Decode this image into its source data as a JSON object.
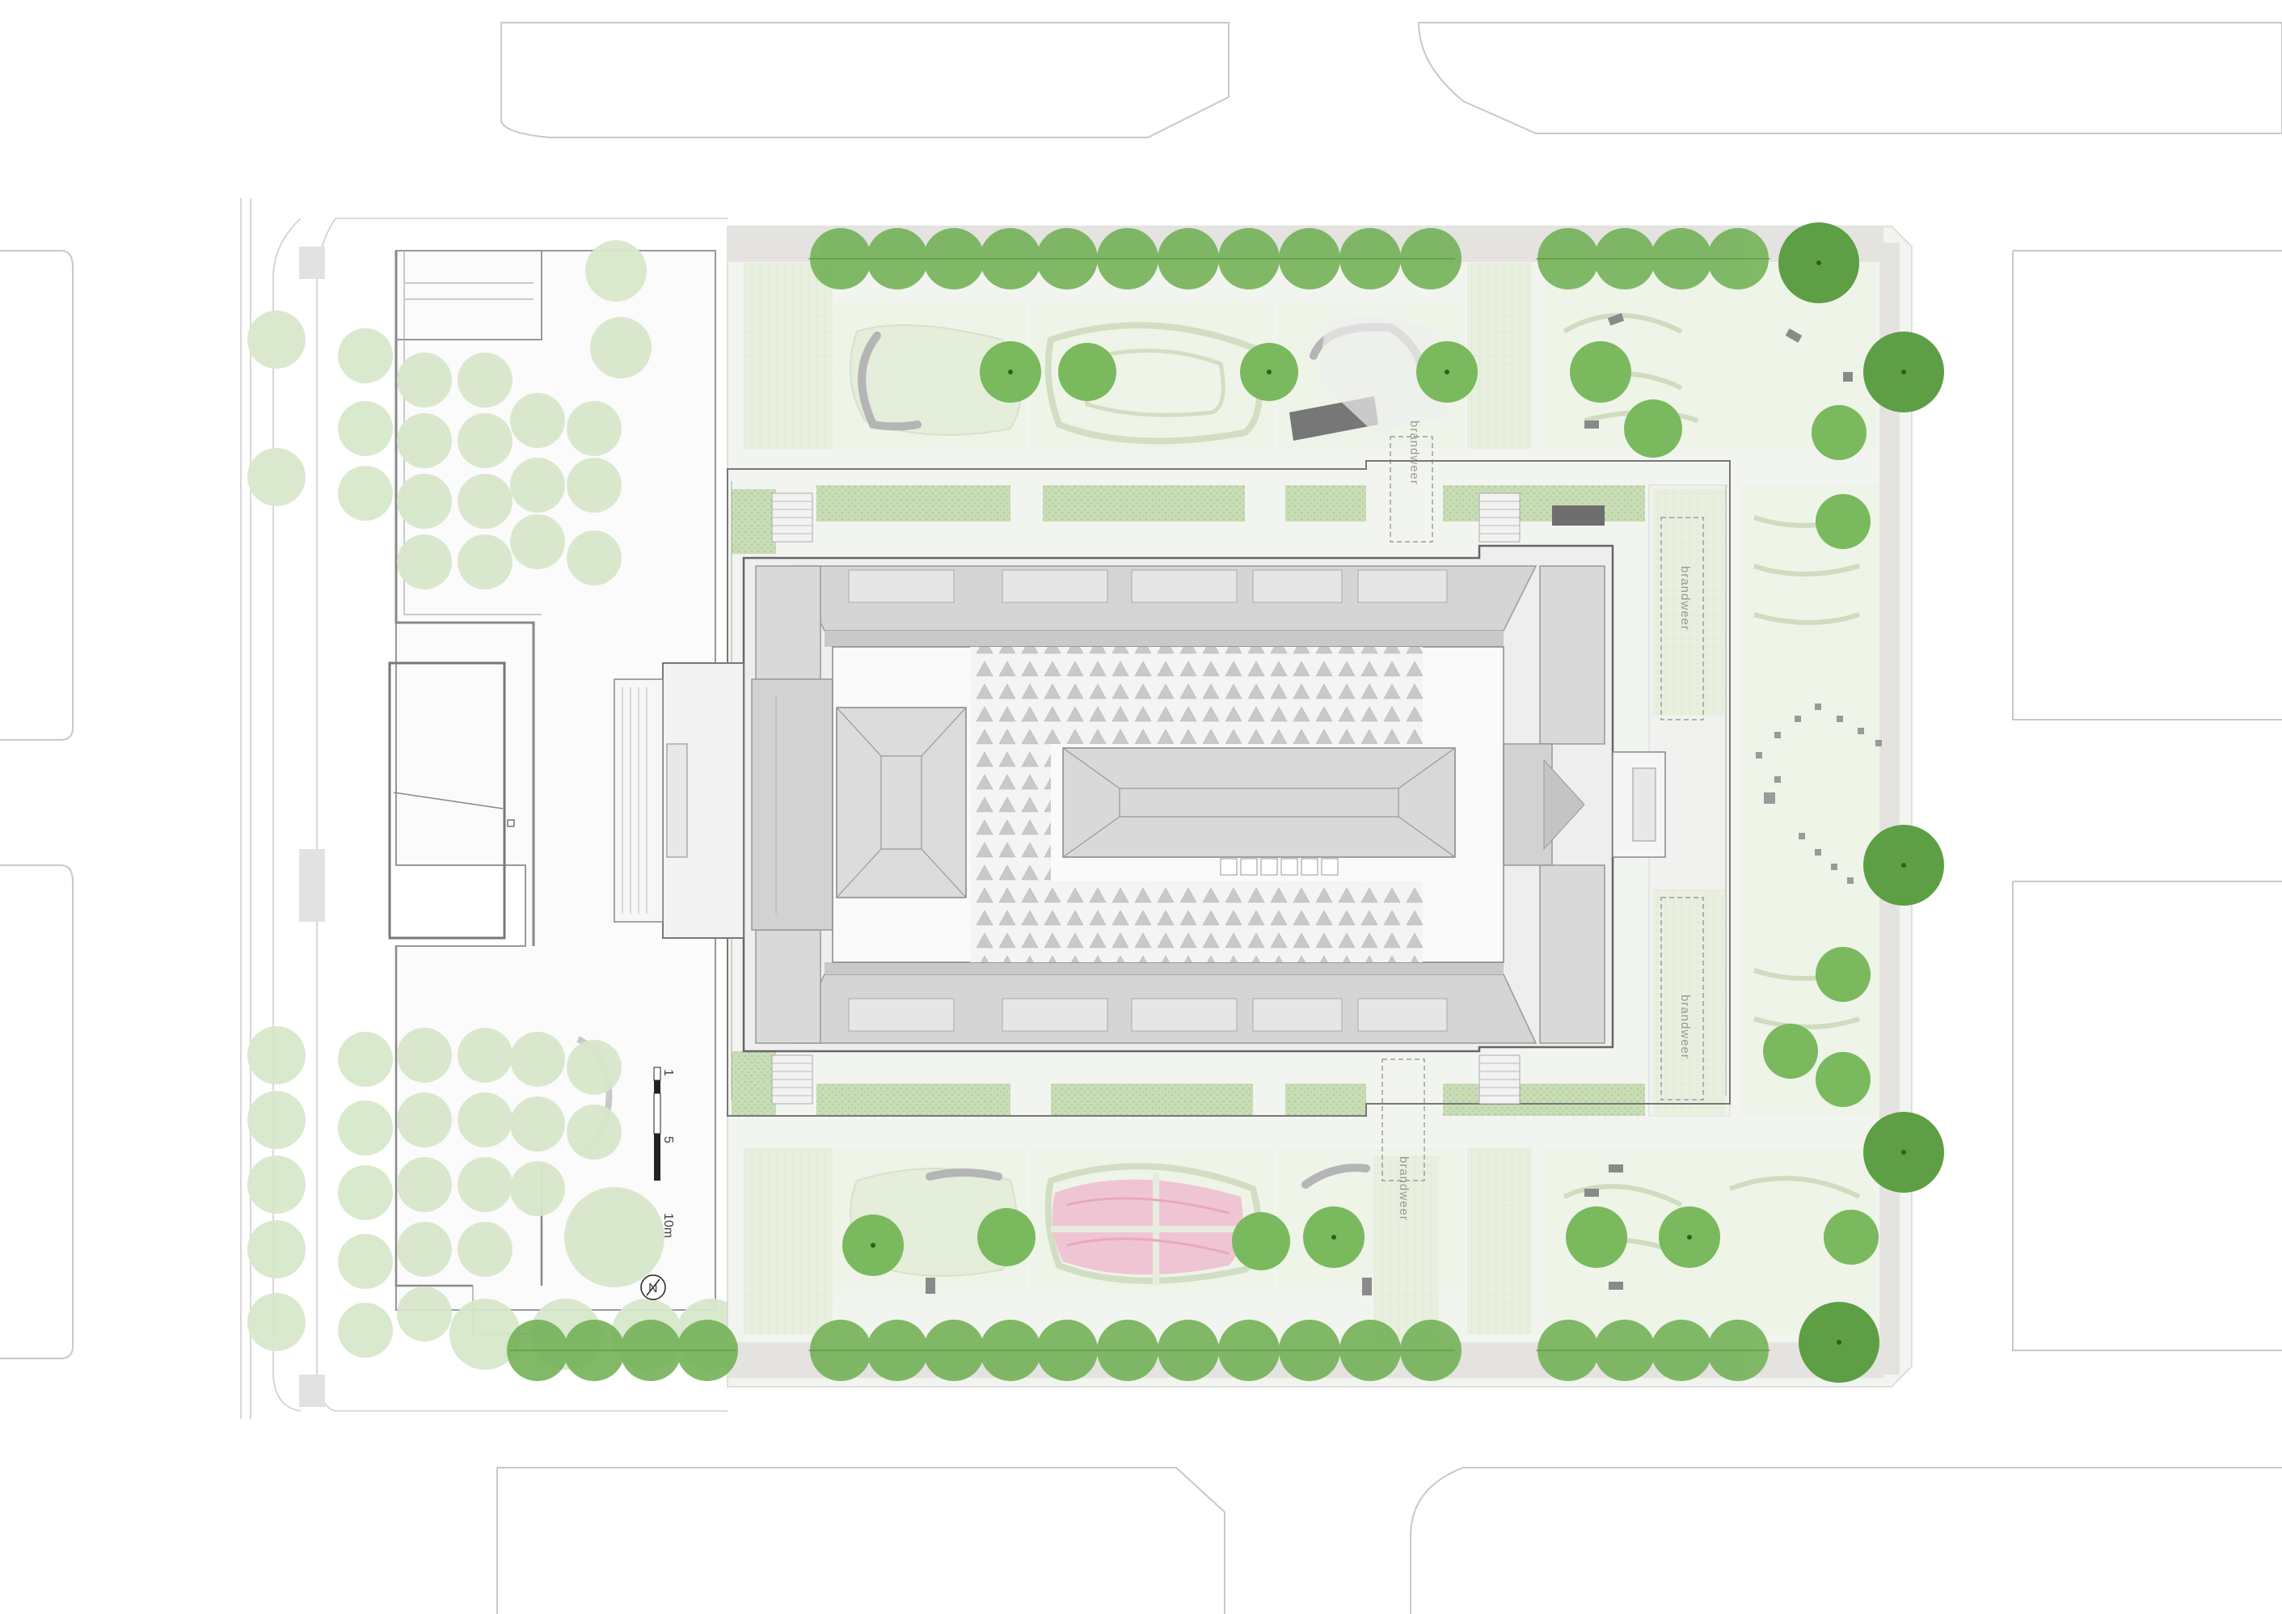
{
  "plan": {
    "labels": {
      "brandweer": "brandweer"
    },
    "scale_bar": {
      "marks": [
        "1",
        "5",
        "10m"
      ]
    },
    "north_arrow": {
      "letter": "N"
    },
    "colors": {
      "background": "#ffffff",
      "street_outline": "#c8c8c8",
      "path": "#e2e1de",
      "lawn": "#eef3e8",
      "hedge": "#c8dcb6",
      "tree_existing": "#6fae52",
      "tree_large": "#5e9e45",
      "tree_faded": "#d5e6c8",
      "roof_light": "#e4e4e4",
      "roof_mid": "#d6d6d6",
      "roof_dark": "#c6c6c6",
      "bench_dark": "#777777",
      "pink_garden": "#efc5d3"
    },
    "icons": [
      "north-arrow-icon",
      "tree-icon",
      "bench-icon"
    ]
  }
}
